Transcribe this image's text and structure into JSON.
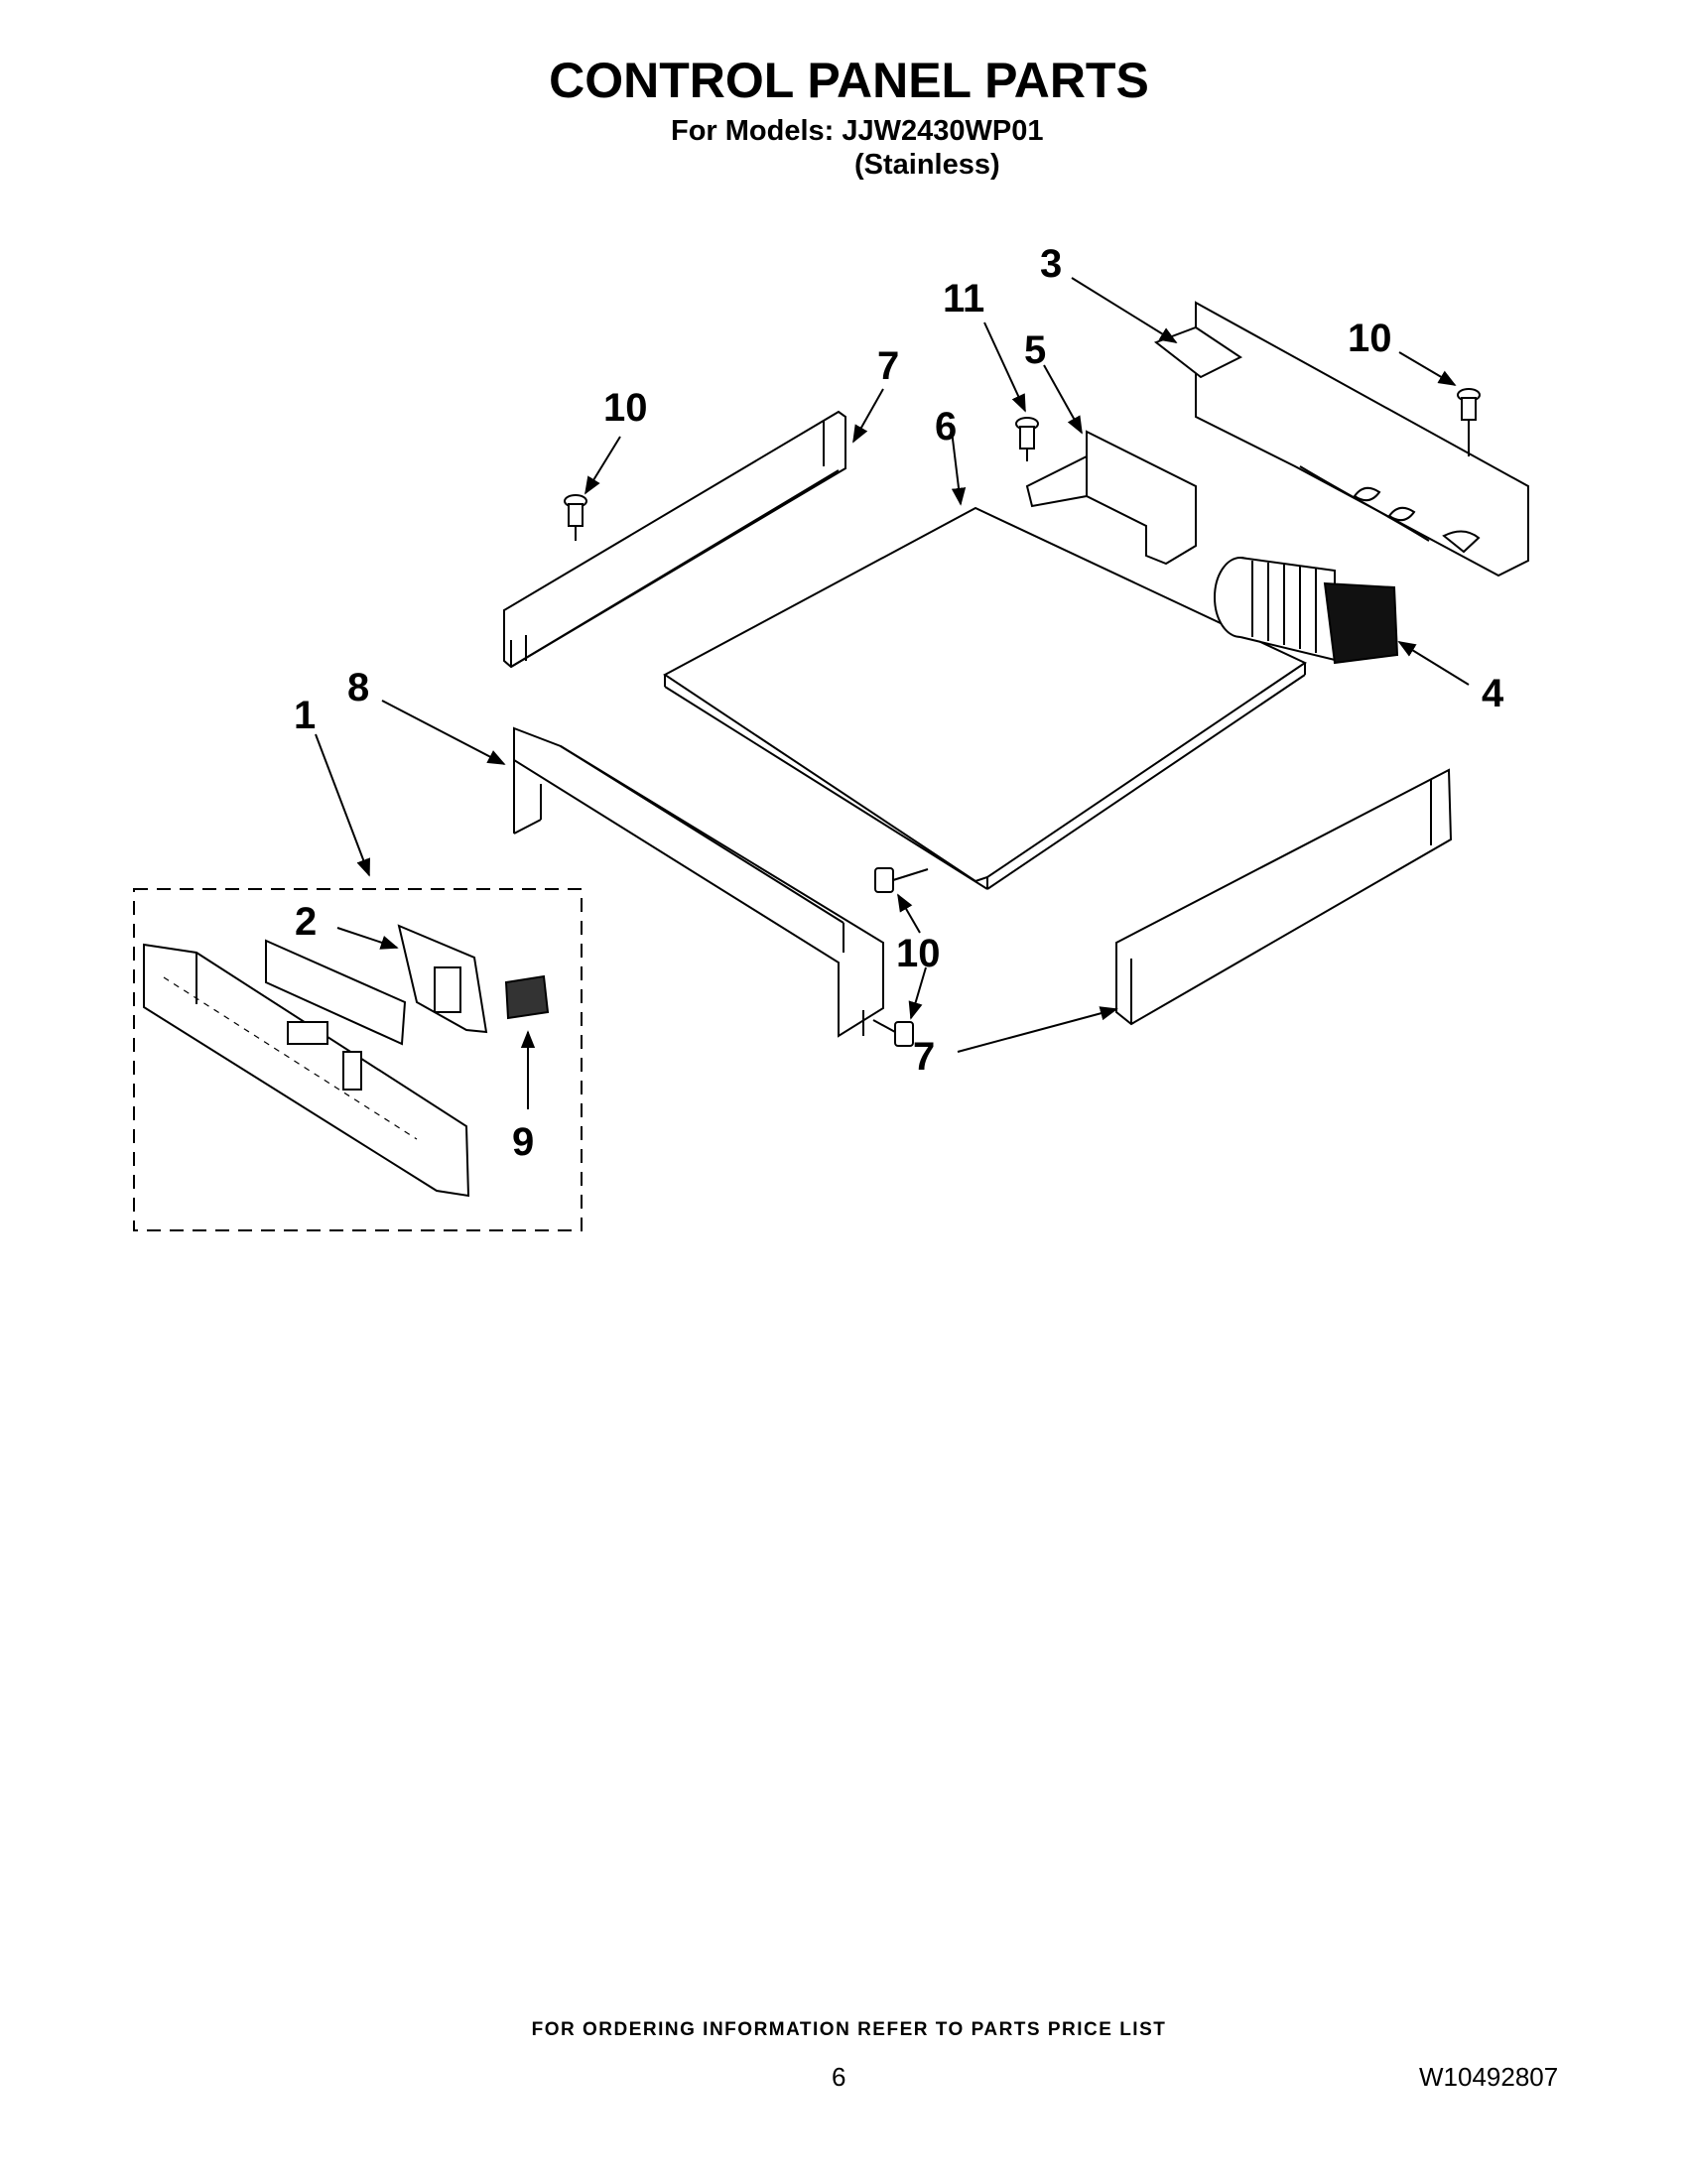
{
  "header": {
    "title": "CONTROL PANEL PARTS",
    "models_line": "For Models: JJW2430WP01",
    "finish": "(Stainless)"
  },
  "diagram": {
    "callouts": {
      "c1": "1",
      "c2": "2",
      "c3": "3",
      "c4": "4",
      "c5": "5",
      "c6": "6",
      "c7a": "7",
      "c7b": "7",
      "c8": "8",
      "c9": "9",
      "c10a": "10",
      "c10b": "10",
      "c10c": "10",
      "c11": "11"
    }
  },
  "footer": {
    "ordering_note": "FOR ORDERING INFORMATION REFER TO PARTS PRICE LIST",
    "page_number": "6",
    "document_number": "W10492807"
  }
}
